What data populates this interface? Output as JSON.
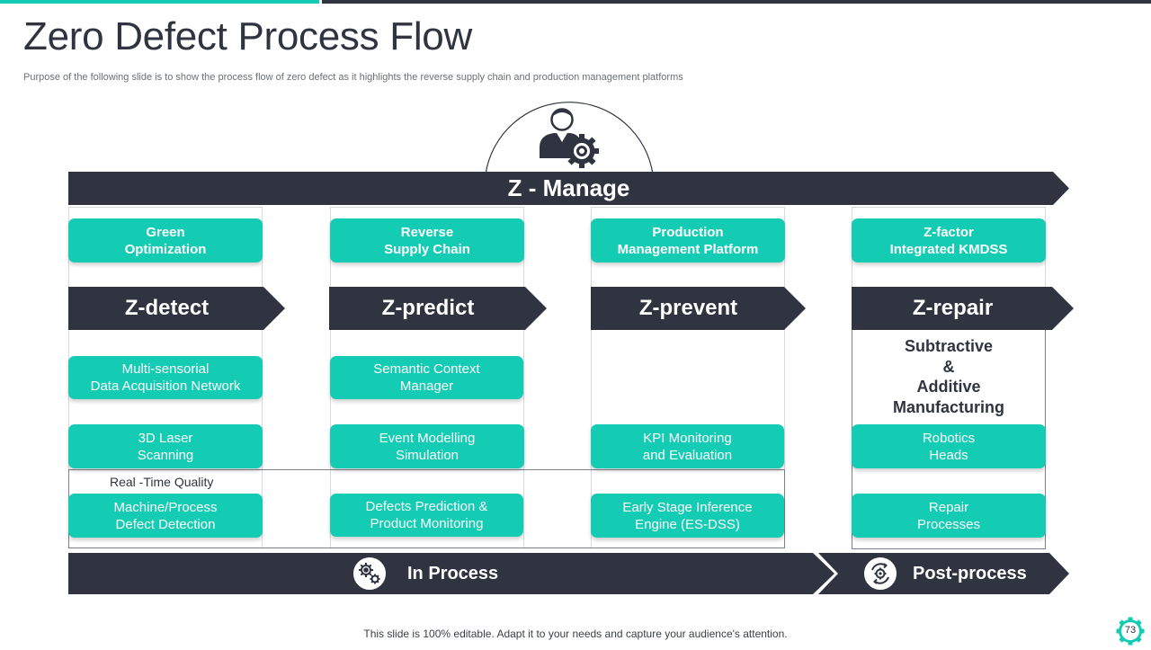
{
  "slide": {
    "title": "Zero Defect Process Flow",
    "subtitle": "Purpose of the following slide is to show the process flow of zero  defect as it highlights the reverse supply chain and production management platforms",
    "footer": "This slide is 100% editable. Adapt it to your needs and capture your audience's attention.",
    "page_number": "73"
  },
  "colors": {
    "teal": "#14cbb3",
    "dark": "#2f3440",
    "white": "#ffffff"
  },
  "manage_bar": {
    "label": "Z - Manage",
    "icon": "person-gear-icon"
  },
  "columns": [
    {
      "platform": "Green\nOptimization",
      "stage": "Z-detect",
      "items": [
        "Multi-sensorial\nData Acquisition Network",
        "3D Laser\nScanning",
        "Machine/Process\nDefect Detection"
      ]
    },
    {
      "platform": "Reverse\nSupply Chain",
      "stage": "Z-predict",
      "items": [
        "Semantic Context\nManager",
        "Event Modelling\nSimulation",
        "Defects Prediction &\nProduct Monitoring"
      ]
    },
    {
      "platform": "Production\nManagement Platform",
      "stage": "Z-prevent",
      "items": [
        "KPI Monitoring\nand Evaluation",
        "Early Stage Inference\nEngine (ES-DSS)"
      ]
    },
    {
      "platform": "Z-factor\nIntegrated KMDSS",
      "stage": "Z-repair",
      "note": "Subtractive\n&\nAdditive\nManufacturing",
      "items": [
        "Robotics\nHeads",
        "Repair\nProcesses"
      ]
    }
  ],
  "realtime_label": "Real -Time Quality",
  "phases": [
    {
      "label": "In Process",
      "icon": "gears-icon"
    },
    {
      "label": "Post-process",
      "icon": "cycle-gear-icon"
    }
  ]
}
